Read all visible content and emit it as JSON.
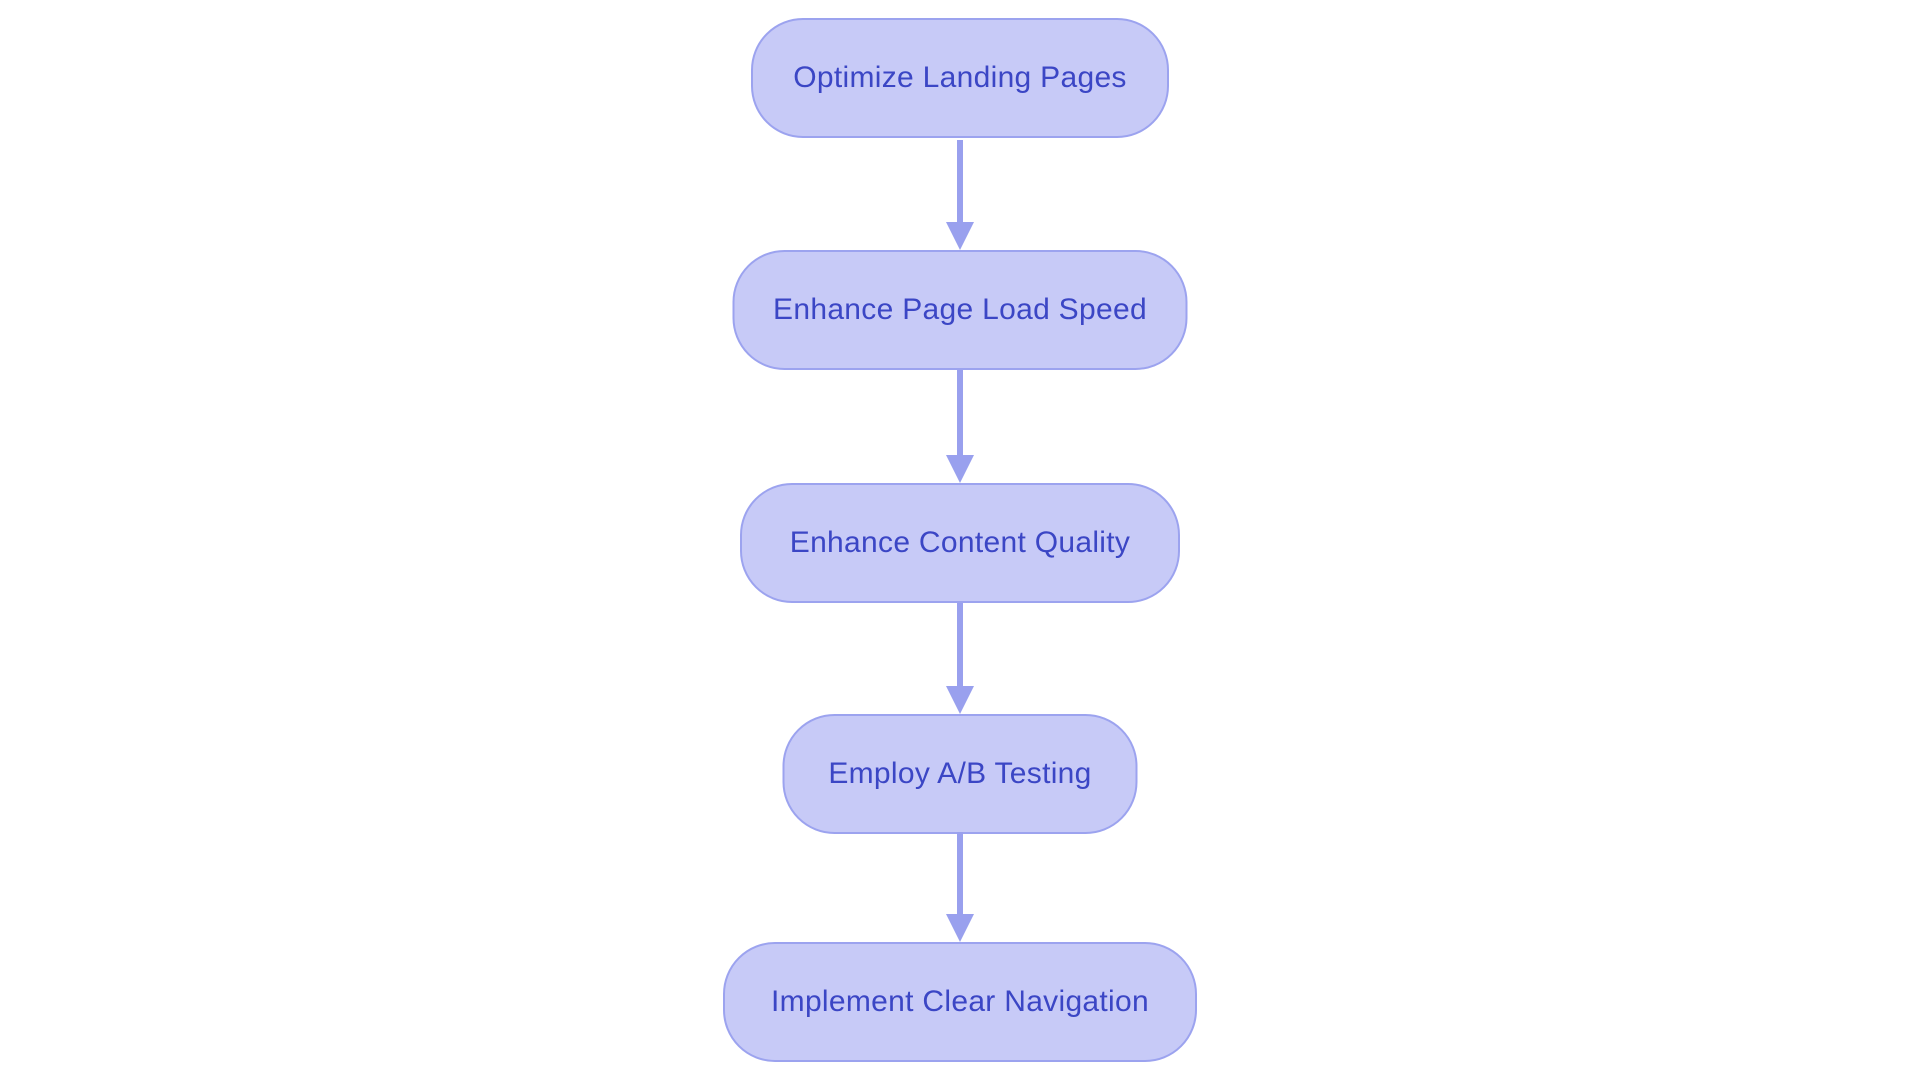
{
  "diagram": {
    "type": "flowchart",
    "direction": "top-down",
    "nodes": [
      {
        "id": "n1",
        "label": "Optimize Landing Pages"
      },
      {
        "id": "n2",
        "label": "Enhance Page Load Speed"
      },
      {
        "id": "n3",
        "label": "Enhance Content Quality"
      },
      {
        "id": "n4",
        "label": "Employ A/B Testing"
      },
      {
        "id": "n5",
        "label": "Implement Clear Navigation"
      }
    ],
    "edges": [
      {
        "from": "n1",
        "to": "n2",
        "style": "arrow-down"
      },
      {
        "from": "n2",
        "to": "n3",
        "style": "arrow-down"
      },
      {
        "from": "n3",
        "to": "n4",
        "style": "arrow-down"
      },
      {
        "from": "n4",
        "to": "n5",
        "style": "arrow-down"
      }
    ],
    "colors": {
      "background": "#ffffff",
      "node_fill": "#c7caf7",
      "node_border": "#9ca3ef",
      "node_text": "#3b46c5",
      "arrow": "#99a0ee"
    }
  }
}
